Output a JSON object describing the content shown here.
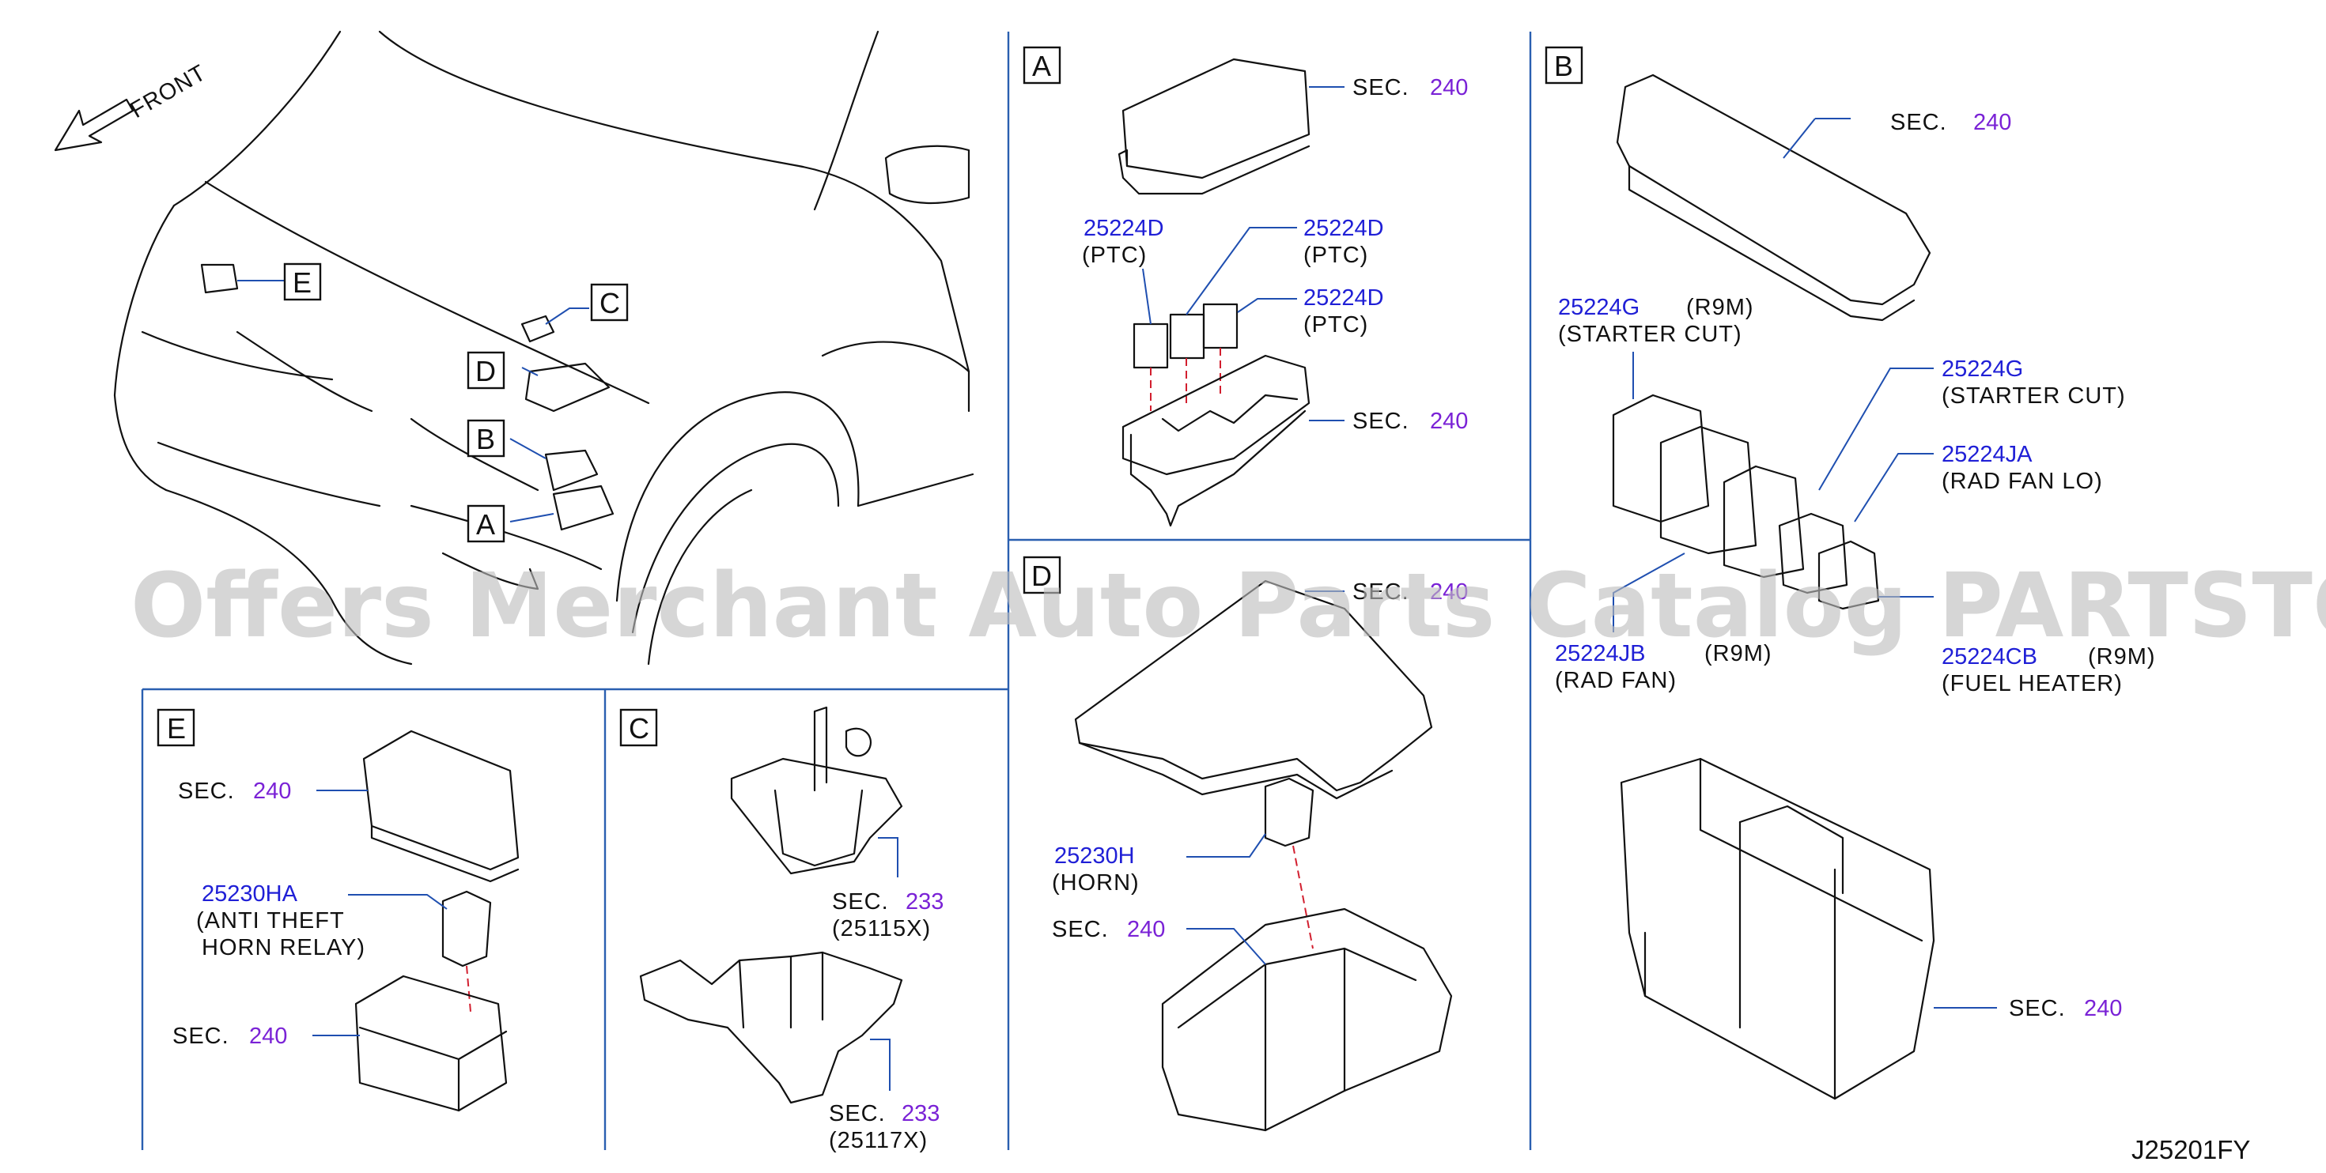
{
  "front_label": "FRONT",
  "callouts": {
    "a": "A",
    "b": "B",
    "c": "C",
    "d": "D",
    "e": "E"
  },
  "sec_prefix": "SEC.",
  "sec_numbers": {
    "s240": "240",
    "s233": "233"
  },
  "panel_a": {
    "ptc_part": "25224D",
    "ptc_desc": "(PTC)"
  },
  "panel_b": {
    "g_part": "25224G",
    "r9m": "(R9M)",
    "starter_cut": "(STARTER   CUT)",
    "ja_part": "25224JA",
    "rad_fan_lo": "(RAD   FAN   LO)",
    "jb_part": "25224JB",
    "rad_fan": "(RAD   FAN)",
    "cb_part": "25224CB",
    "fuel_heater": "(FUEL   HEATER)"
  },
  "panel_d": {
    "horn_part": "25230H",
    "horn_desc": "(HORN)"
  },
  "panel_e": {
    "part": "25230HA",
    "desc_line1": "(ANTI   THEFT",
    "desc_line2": "HORN   RELAY)"
  },
  "panel_c": {
    "sub1": "(25115X)",
    "sub2": "(25117X)"
  },
  "drawing_code": "J25201FY",
  "watermark": "Offers Merchant Auto Parts Catalog PARTSTORE SA"
}
